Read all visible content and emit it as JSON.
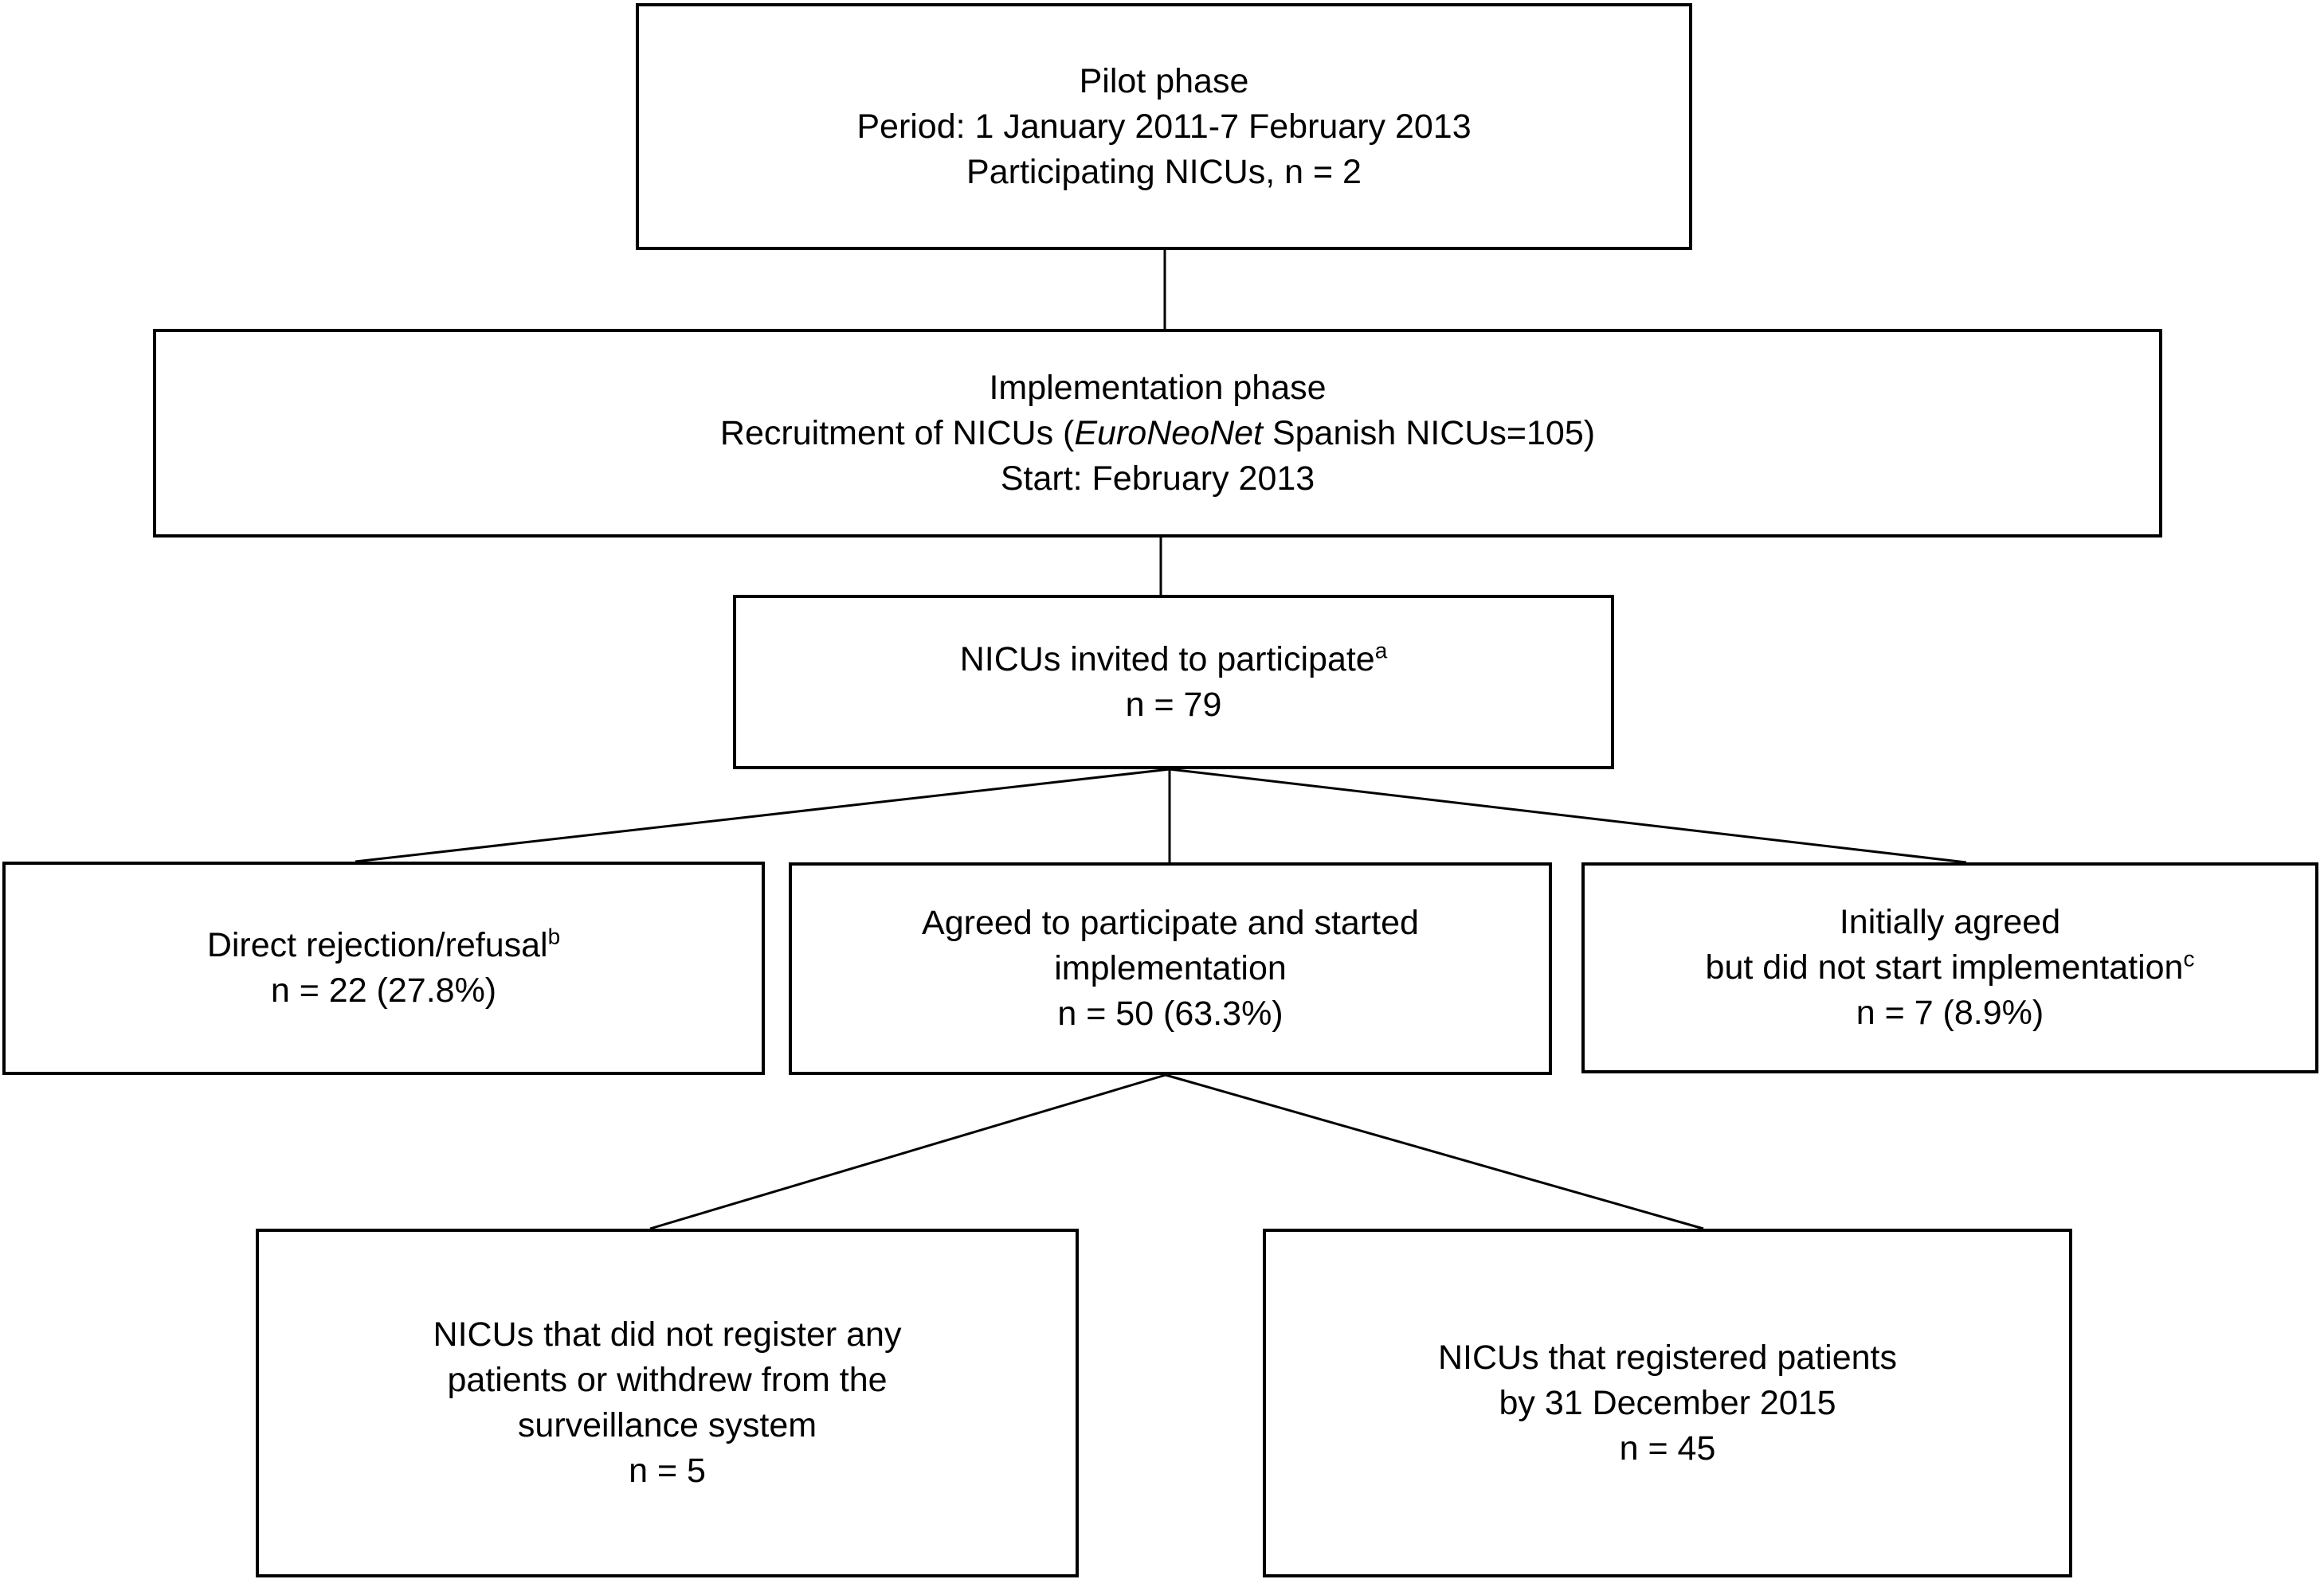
{
  "nodes": {
    "pilot": {
      "lines": [
        "Pilot phase",
        "Period: 1 January 2011-7 February 2013",
        "Participating NICUs, n = 2"
      ]
    },
    "implementation": {
      "line1": "Implementation phase",
      "line2_pre": "Recruitment of NICUs (",
      "line2_italic": "EuroNeoNet",
      "line2_post": " Spanish NICUs=105)",
      "line3": "Start: February 2013"
    },
    "invited": {
      "line1": "NICUs invited to participate",
      "line1_sup": "a",
      "line2": "n = 79"
    },
    "rejection": {
      "line1": "Direct rejection/refusal",
      "line1_sup": "b",
      "line2": "n = 22 (27.8%)"
    },
    "agreed": {
      "lines": [
        "Agreed to participate and started",
        "implementation",
        "n = 50 (63.3%)"
      ]
    },
    "initially_agreed": {
      "line1": "Initially agreed",
      "line2": "but did not start implementation",
      "line2_sup": "c",
      "line3": "n = 7 (8.9%)"
    },
    "no_register": {
      "lines": [
        "NICUs that did not register any",
        "patients or withdrew from the",
        "surveillance system",
        "n = 5"
      ]
    },
    "registered": {
      "lines": [
        "NICUs that registered patients",
        "by 31 December 2015",
        "n = 45"
      ]
    }
  },
  "colors": {
    "border": "#000000",
    "line": "#000000",
    "text": "#000000",
    "background": "#ffffff"
  }
}
